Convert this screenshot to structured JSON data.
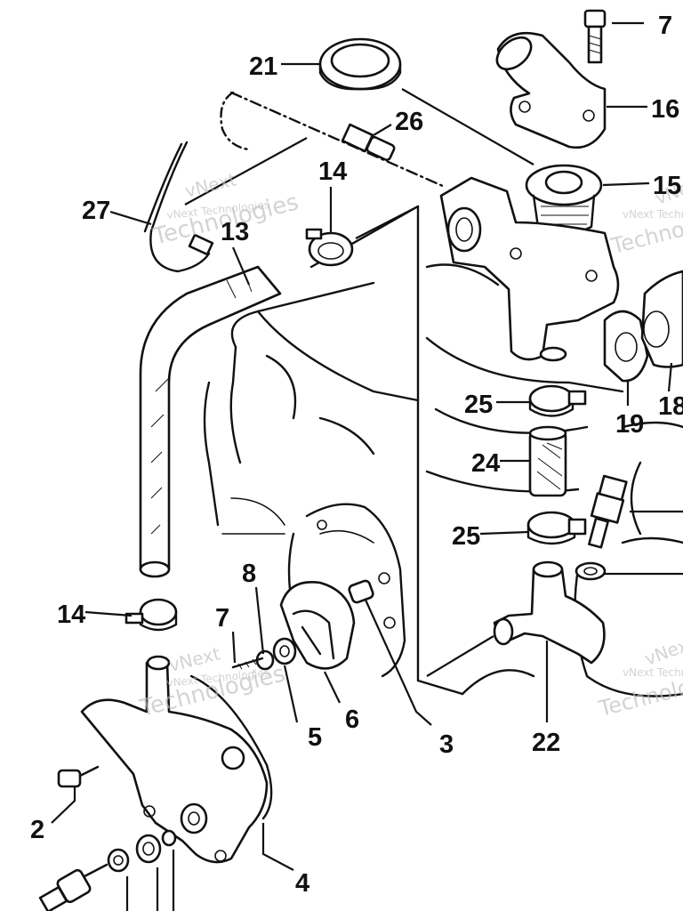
{
  "callouts": [
    {
      "id": "7a",
      "text": "7"
    },
    {
      "id": "21",
      "text": "21"
    },
    {
      "id": "16",
      "text": "16"
    },
    {
      "id": "26",
      "text": "26"
    },
    {
      "id": "15",
      "text": "15"
    },
    {
      "id": "14a",
      "text": "14"
    },
    {
      "id": "27",
      "text": "27"
    },
    {
      "id": "13",
      "text": "13"
    },
    {
      "id": "25a",
      "text": "25"
    },
    {
      "id": "19",
      "text": "19"
    },
    {
      "id": "18",
      "text": "18"
    },
    {
      "id": "24",
      "text": "24"
    },
    {
      "id": "25b",
      "text": "25"
    },
    {
      "id": "8",
      "text": "8"
    },
    {
      "id": "14b",
      "text": "14"
    },
    {
      "id": "7b",
      "text": "7"
    },
    {
      "id": "5",
      "text": "5"
    },
    {
      "id": "6",
      "text": "6"
    },
    {
      "id": "3",
      "text": "3"
    },
    {
      "id": "22",
      "text": "22"
    },
    {
      "id": "2",
      "text": "2"
    },
    {
      "id": "4",
      "text": "4"
    }
  ],
  "watermark": {
    "line1": "vNext",
    "line2": "Technologies",
    "line3": "vNext Technologies"
  }
}
